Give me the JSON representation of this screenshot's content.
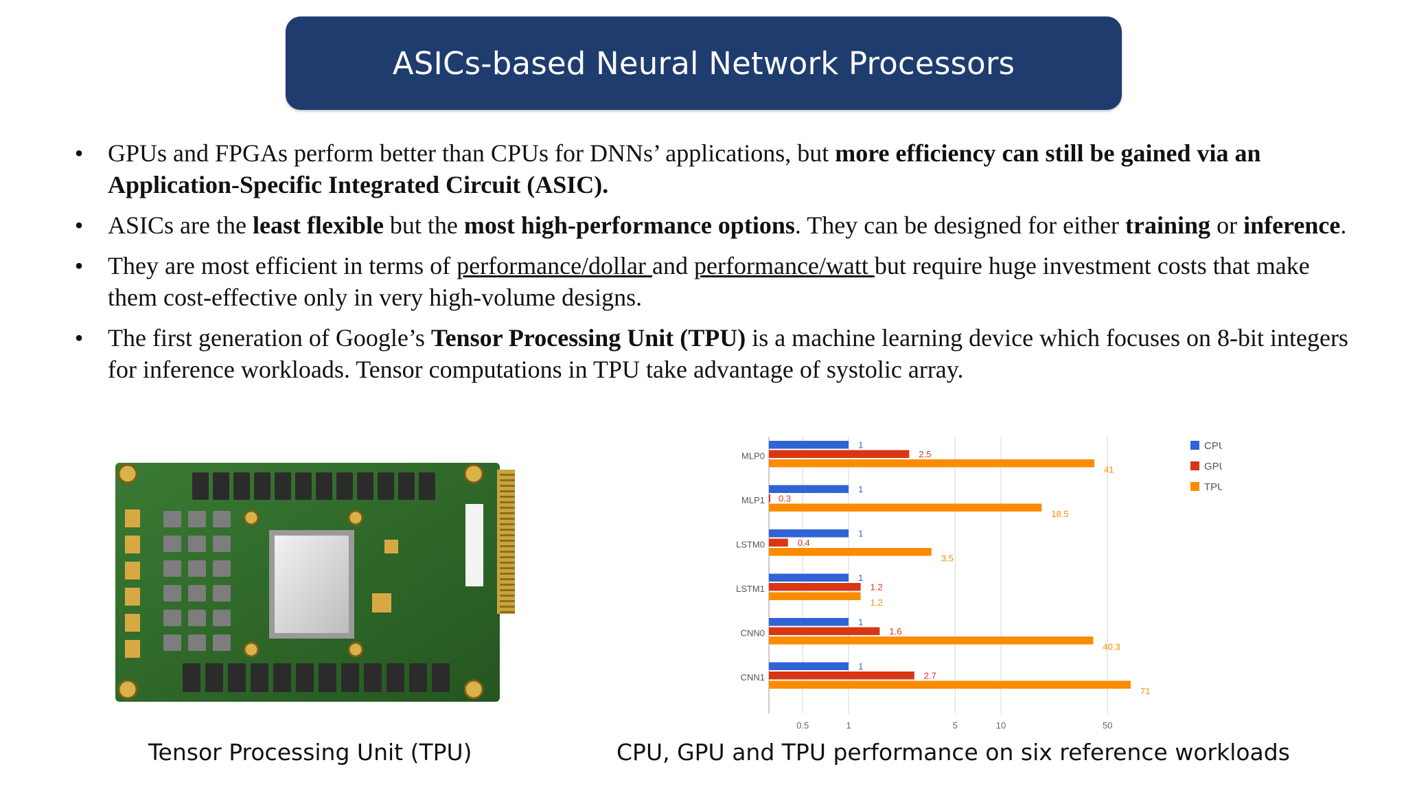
{
  "slide": {
    "title": "ASICs-based Neural Network Processors",
    "bullet_symbol": "•",
    "bullets": [
      {
        "s1": "GPUs and FPGAs perform better than CPUs for DNNs’ applications, but ",
        "b1": "more efficiency can still be gained via an Application-Specific Integrated Circuit (ASIC)."
      },
      {
        "s1": "ASICs are the ",
        "b1": "least flexible",
        "s2": " but the ",
        "b2": "most high-performance options",
        "s3": ". They can be designed for either ",
        "b3": "training",
        "s4": " or ",
        "b4": "inference",
        "s5": "."
      },
      {
        "s1": "They are most efficient in terms of ",
        "u1": "performance/dollar ",
        "s2": "and ",
        "u2": "performance/watt ",
        "s3": "but require huge investment costs that make them cost-effective only in very high-volume designs."
      },
      {
        "s1": "The first generation of Google’s ",
        "b1": "Tensor Processing Unit (TPU)",
        "s2": " is a machine learning device which focuses on 8-bit integers for inference workloads. Tensor computations in TPU take advantage of  systolic array."
      }
    ],
    "figure_left_caption": "Tensor Processing Unit (TPU)",
    "figure_right_caption": "CPU, GPU and TPU performance on six reference workloads"
  },
  "colors": {
    "title_bg": "#1f3c6e",
    "cpu": "#2f63d6",
    "gpu": "#d93616",
    "tpu": "#fb8c00",
    "board_green": "#2e6b2a"
  },
  "chart_data": {
    "type": "bar",
    "orientation": "horizontal",
    "x_scale": "log",
    "categories": [
      "MLP0",
      "MLP1",
      "LSTM0",
      "LSTM1",
      "CNN0",
      "CNN1"
    ],
    "series": [
      {
        "name": "CPU",
        "values": [
          1,
          1,
          1,
          1,
          1,
          1
        ],
        "labels": [
          "1",
          "1",
          "1",
          "1",
          "1",
          "1"
        ]
      },
      {
        "name": "GPU",
        "values": [
          2.5,
          0.3,
          0.4,
          1.2,
          1.6,
          2.7
        ],
        "labels": [
          "2.5",
          "0.3",
          "0.4",
          "1.2",
          "1.6",
          "2.7"
        ]
      },
      {
        "name": "TPU",
        "values": [
          41,
          18.5,
          3.5,
          1.2,
          40.3,
          71
        ],
        "labels": [
          "41",
          "18.5",
          "3.5",
          "1.2",
          "40.3",
          "71"
        ]
      }
    ],
    "x_ticks": [
      0.5,
      1,
      5,
      10,
      50
    ],
    "x_tick_labels": [
      "0.5",
      "1",
      "5",
      "10",
      "50"
    ],
    "xlim": [
      0.3,
      100
    ],
    "grid": true,
    "legend_position": "top-right"
  }
}
